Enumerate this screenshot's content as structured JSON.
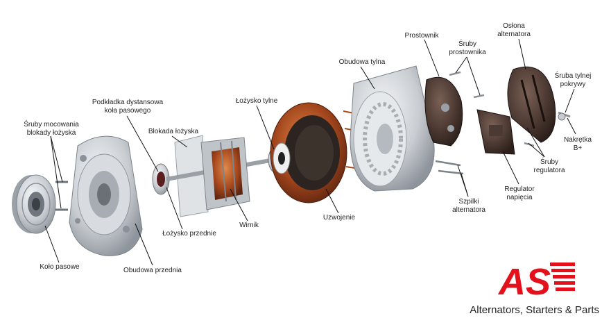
{
  "labels": {
    "sruby_mocowania": "Śruby mocowania\nblokady łożyska",
    "podkladka": "Podkładka dystansowa\nkoła pasowego",
    "blokada": "Blokada łożyska",
    "lozysko_tylne": "Łożysko tylne",
    "obudowa_tylna": "Obudowa tylna",
    "prostownik": "Prostownik",
    "sruby_prostownika": "Śruby\nprostownika",
    "oslona": "Osłona\nalternatora",
    "sruby_tylnej": "Śruba tylnej\npokrywy",
    "nakretka": "Nakrętka\nB+",
    "sruby_regulatora": "Śruby\nregulatora",
    "regulator": "Regulator\nnapięcia",
    "szpilki": "Szpilki\nalternatora",
    "uzwojenie": "Uzwojenie",
    "wirnik": "Wirnik",
    "lozysko_przednie": "Łożysko przednie",
    "obudowa_przednia": "Obudowa przednia",
    "kolo_pasowe": "Koło pasowe"
  },
  "brand": {
    "logo_text": "AS",
    "tagline": "Alternators, Starters & Parts",
    "color": "#e3111b"
  }
}
